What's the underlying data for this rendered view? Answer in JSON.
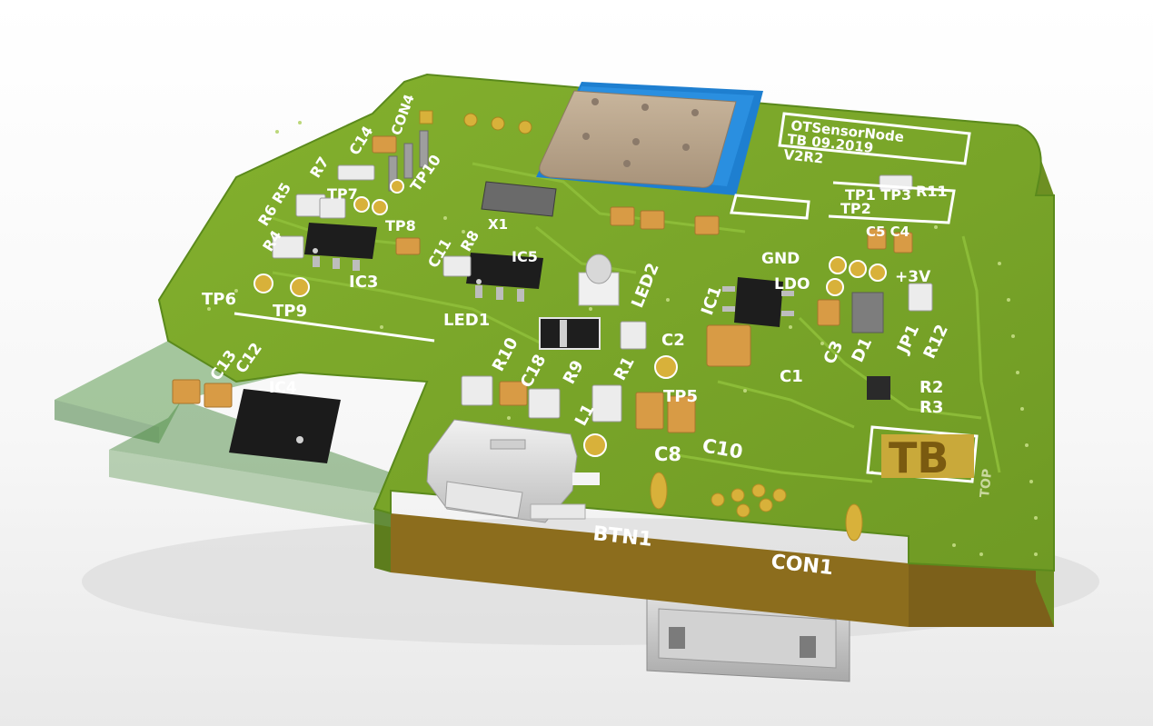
{
  "board": {
    "info_title": "OTSensorNode",
    "info_author_date": "TB 09.2019",
    "info_revision": "V2R2",
    "logo_text": "TB",
    "layer_text": "TOP"
  },
  "labels": {
    "con4": "CON4",
    "c14": "C14",
    "r7": "R7",
    "r6r5": "R6 R5",
    "tp7": "TP7",
    "tp10": "TP10",
    "tp8": "TP8",
    "r4": "R4",
    "c11": "C11",
    "r8": "R8",
    "ic5": "IC5",
    "x1": "X1",
    "ic3": "IC3",
    "tp6": "TP6",
    "tp9": "TP9",
    "led1": "LED1",
    "led2": "LED2",
    "ic1": "IC1",
    "c13": "C13",
    "c12": "C12",
    "ic4": "IC4",
    "r10": "R10",
    "c18": "C18",
    "r9": "R9",
    "r1": "R1",
    "l1": "L1",
    "c2": "C2",
    "tp5": "TP5",
    "c1": "C1",
    "c3": "C3",
    "d1": "D1",
    "jp1": "JP1",
    "r12": "R12",
    "r11": "R11",
    "tp1tp3": "TP1 TP3",
    "tp2": "TP2",
    "c5c4": "C5 C4",
    "gnd": "GND",
    "ldo": "LDO",
    "plus3v": "+3V",
    "r2": "R2",
    "r3": "R3",
    "c8": "C8",
    "c10": "C10",
    "btn1": "BTN1",
    "con1": "CON1"
  },
  "colors": {
    "pcb": "#76a42a",
    "pcb_edge": "#5b8a1c",
    "pcb_core": "#8c6d1d",
    "silkscreen": "#ffffff",
    "pad_gold": "#d8b13a",
    "antenna_blue": "#1e7fd0",
    "module_shield": "#b9a48b",
    "logo_gold": "#c9a93a"
  }
}
